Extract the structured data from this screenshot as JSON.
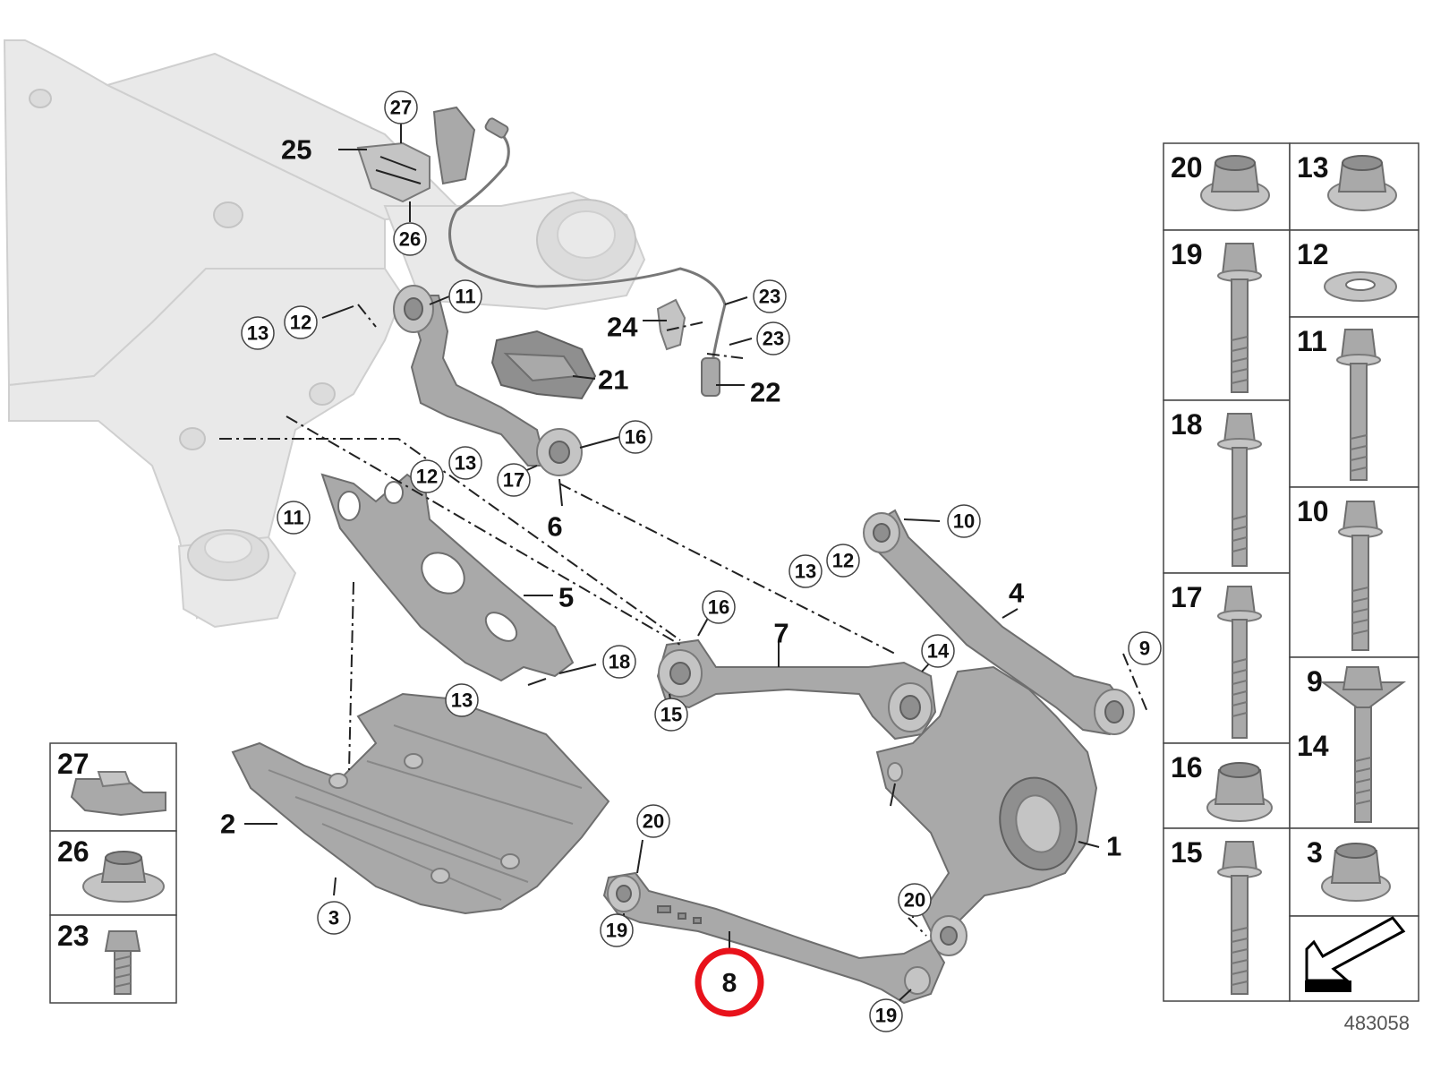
{
  "diagram": {
    "callouts": {
      "c27": "27",
      "c26": "26",
      "c11a": "11",
      "c12a": "12",
      "c13a": "13",
      "c23a": "23",
      "c23b": "23",
      "c16a": "16",
      "c17": "17",
      "c12b": "12",
      "c13b": "13",
      "c11b": "11",
      "c10": "10",
      "c12c": "12",
      "c13c": "13",
      "c16b": "16",
      "c14": "14",
      "c9": "9",
      "c18": "18",
      "c13d": "13",
      "c15": "15",
      "c20a": "20",
      "c20b": "20",
      "c19a": "19",
      "c19b": "19",
      "c3": "3",
      "c8": "8"
    },
    "bold_labels": {
      "b25": "25",
      "b24": "24",
      "b21": "21",
      "b22": "22",
      "b6": "6",
      "b5": "5",
      "b4": "4",
      "b7": "7",
      "b2": "2",
      "b1": "1"
    },
    "left_table": [
      "27",
      "26",
      "23"
    ],
    "right_table": {
      "col_left": [
        "20",
        "19",
        "18",
        "17",
        "16",
        "15"
      ],
      "col_right": [
        "13",
        "12",
        "11",
        "10",
        "9",
        "14",
        "3"
      ]
    },
    "catalog_number": "483058",
    "highlight_color": "#e8121b"
  }
}
